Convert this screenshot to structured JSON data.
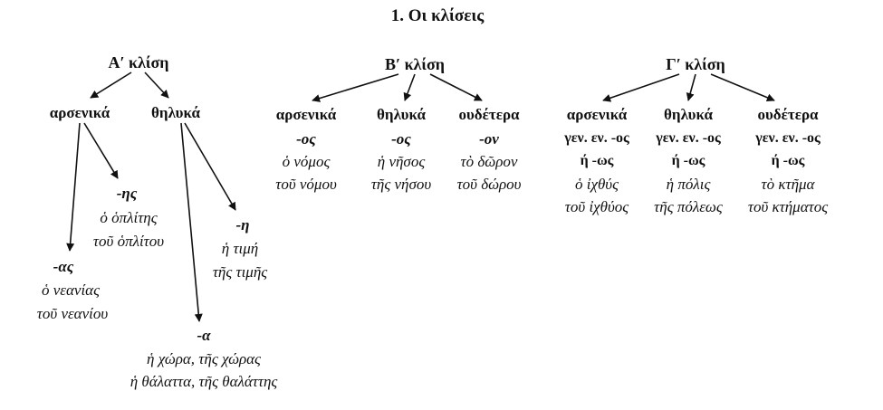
{
  "title": "1. Οι κλίσεις",
  "decl_a": {
    "heading": "Α′ κλίση",
    "masc_label": "αρσενικά",
    "fem_label": "θηλυκά",
    "masc_eta": {
      "ending": "-ης",
      "ex1": "ὁ ὁπλίτης",
      "ex2": "τοῦ ὁπλίτου"
    },
    "masc_as": {
      "ending": "-ας",
      "ex1": "ὁ νεανίας",
      "ex2": "τοῦ νεανίου"
    },
    "fem_eta": {
      "ending": "-η",
      "ex1": "ἡ τιμή",
      "ex2": "τῆς τιμῆς"
    },
    "fem_alpha": {
      "ending": "-α",
      "ex1": "ἡ χώρα, τῆς χώρας",
      "ex2": "ἡ θάλαττα, τῆς θαλάττης"
    }
  },
  "decl_b": {
    "heading": "Β′ κλίση",
    "masc": {
      "label": "αρσενικά",
      "ending": "-ος",
      "ex1": "ὁ νόμος",
      "ex2": "τοῦ νόμου"
    },
    "fem": {
      "label": "θηλυκά",
      "ending": "-ος",
      "ex1": "ἡ νῆσος",
      "ex2": "τῆς νήσου"
    },
    "neut": {
      "label": "ουδέτερα",
      "ending": "-ον",
      "ex1": "τὸ δῶρον",
      "ex2": "τοῦ δώρου"
    }
  },
  "decl_c": {
    "heading": "Γ′ κλίση",
    "masc": {
      "label": "αρσενικά",
      "gen": "γεν. εν. -ος",
      "or": "ή -ως",
      "ex1": "ὁ ἰχθύς",
      "ex2": "τοῦ ἰχθύος"
    },
    "fem": {
      "label": "θηλυκά",
      "gen": "γεν. εν. -ος",
      "or": "ή -ως",
      "ex1": "ἡ πόλις",
      "ex2": "τῆς πόλεως"
    },
    "neut": {
      "label": "ουδέτερα",
      "gen": "γεν. εν. -ος",
      "or": "ή -ως",
      "ex1": "τὸ κτῆμα",
      "ex2": "τοῦ κτήματος"
    }
  }
}
